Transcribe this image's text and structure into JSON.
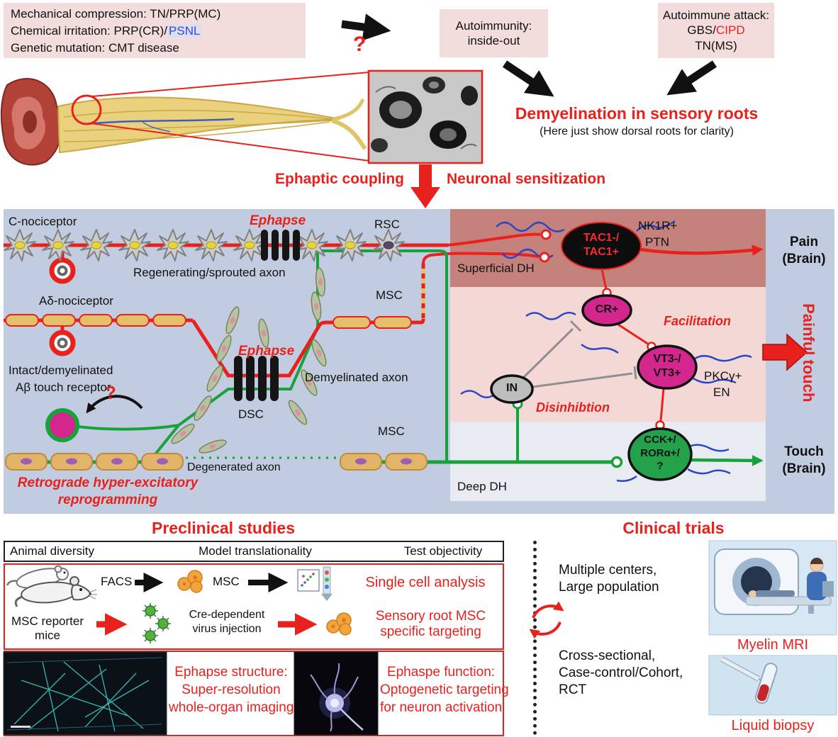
{
  "colors": {
    "accent_red": "#e8211d",
    "magenta": "#d4278e",
    "green": "#18a23c",
    "dendrite_blue": "#2947c8",
    "panel_bg": "#c2cce0",
    "superficial_bg": "#c5817c",
    "mid_bg": "#f3d8d5",
    "deep_bg": "#e8ebf1",
    "box_pink": "#f2dcdc"
  },
  "top": {
    "causes_line1": "Mechanical compression: TN/PRP(MC)",
    "causes_line2a": "Chemical irritation: PRP(CR)/",
    "causes_line2b": "PSNL",
    "causes_line3": "Genetic mutation: CMT disease",
    "question": "?",
    "autoimmunity_line1": "Autoimmunity:",
    "autoimmunity_line2": "inside-out",
    "attack_line1": "Autoimmune attack:",
    "attack_line2a": "GBS/",
    "attack_line2b": "CIPD",
    "attack_line3": "TN(MS)",
    "demyelination_title": "Demyelination in sensory roots",
    "demyelination_note": "(Here just show dorsal roots for clarity)",
    "ephaptic_coupling": "Ephaptic coupling",
    "neuronal_sensitization": "Neuronal sensitization"
  },
  "circuit": {
    "c_nociceptor": "C-nociceptor",
    "ephapse_top": "Ephapse",
    "rsc": "RSC",
    "regenerating_axon": "Regenerating/sprouted axon",
    "superficial_dh": "Superficial DH",
    "a_delta_nociceptor": "Aδ-nociceptor",
    "msc_top": "MSC",
    "ephapse_mid": "Ephapse",
    "demyelinated_axon": "Demyelinated axon",
    "intact_line1": "Intact/demyelinated",
    "intact_line2": "Aβ touch receptor",
    "question": "?",
    "dsc": "DSC",
    "msc_bottom": "MSC",
    "degenerated_axon": "Degenerated axon",
    "retrograde_line1": "Retrograde hyper-excitatory",
    "retrograde_line2": "reprogramming",
    "deep_dh": "Deep DH",
    "tac1_line1": "TAC1-/",
    "tac1_line2": "TAC1+",
    "nk1r": "NK1R+",
    "ptn": "PTN",
    "pain_line1": "Pain",
    "pain_line2": "(Brain)",
    "cr": "CR+",
    "facilitation": "Facilitation",
    "vt3_line1": "VT3-/",
    "vt3_line2": "VT3+",
    "pkc": "PKCγ+",
    "en": "EN",
    "interneuron": "IN",
    "disinhibition": "Disinhibtion",
    "cck_line1": "CCK+/",
    "cck_line2": "RORα+/",
    "cck_line3": "?",
    "touch_line1": "Touch",
    "touch_line2": "(Brain)",
    "painful_touch": "Painful touch"
  },
  "preclinical": {
    "title": "Preclinical studies",
    "col1": "Animal diversity",
    "col2": "Model translationality",
    "col3": "Test objectivity",
    "facs": "FACS",
    "msc": "MSC",
    "single_cell": "Single cell analysis",
    "reporter_line1": "MSC reporter",
    "reporter_line2": "mice",
    "cre_line1": "Cre-dependent",
    "cre_line2": "virus injection",
    "targeting_line1": "Sensory root MSC",
    "targeting_line2": "specific targeting",
    "structure_line1": "Ephapse structure:",
    "structure_line2": "Super-resolution",
    "structure_line3": "whole-organ imaging",
    "function_line1": "Ephaspe function:",
    "function_line2": "Optogenetic targeting",
    "function_line3": "for neuron activation"
  },
  "clinical": {
    "title": "Clinical trials",
    "centers_line1": "Multiple centers,",
    "centers_line2": "Large population",
    "myelin_mri": "Myelin MRI",
    "design_line1": "Cross-sectional,",
    "design_line2": "Case-control/Cohort,",
    "design_line3": "RCT",
    "liquid_biopsy": "Liquid biopsy"
  }
}
